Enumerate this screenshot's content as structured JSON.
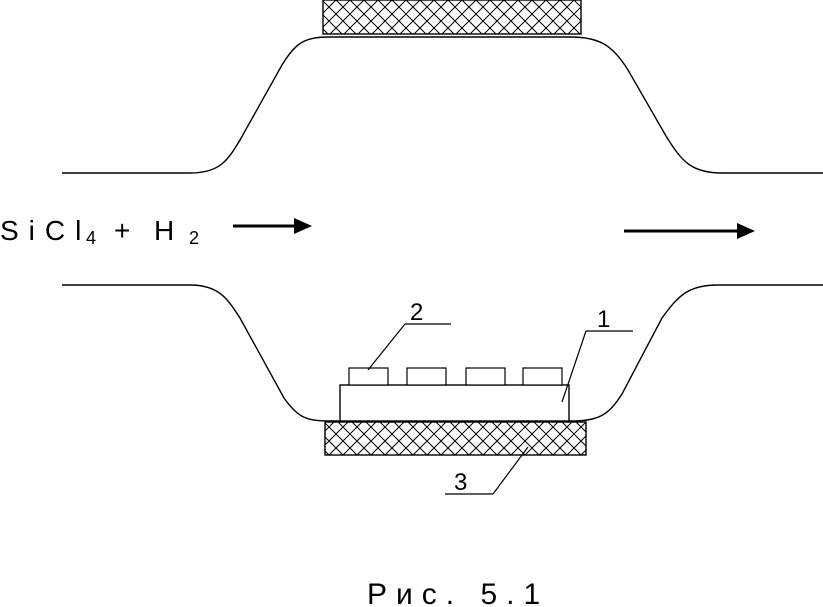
{
  "figure": {
    "gas_label": "SiCl",
    "gas_sub_1": "4",
    "gas_plus": "+",
    "gas_h": "H",
    "gas_sub_2": "2",
    "callouts": [
      "1",
      "2",
      "3"
    ],
    "caption": "Рис. 5.1"
  },
  "colors": {
    "line": "#000000",
    "background": "#ffffff"
  },
  "icons": {
    "inlet_arrow": "arrow-right-icon",
    "outlet_arrow": "arrow-right-icon"
  }
}
